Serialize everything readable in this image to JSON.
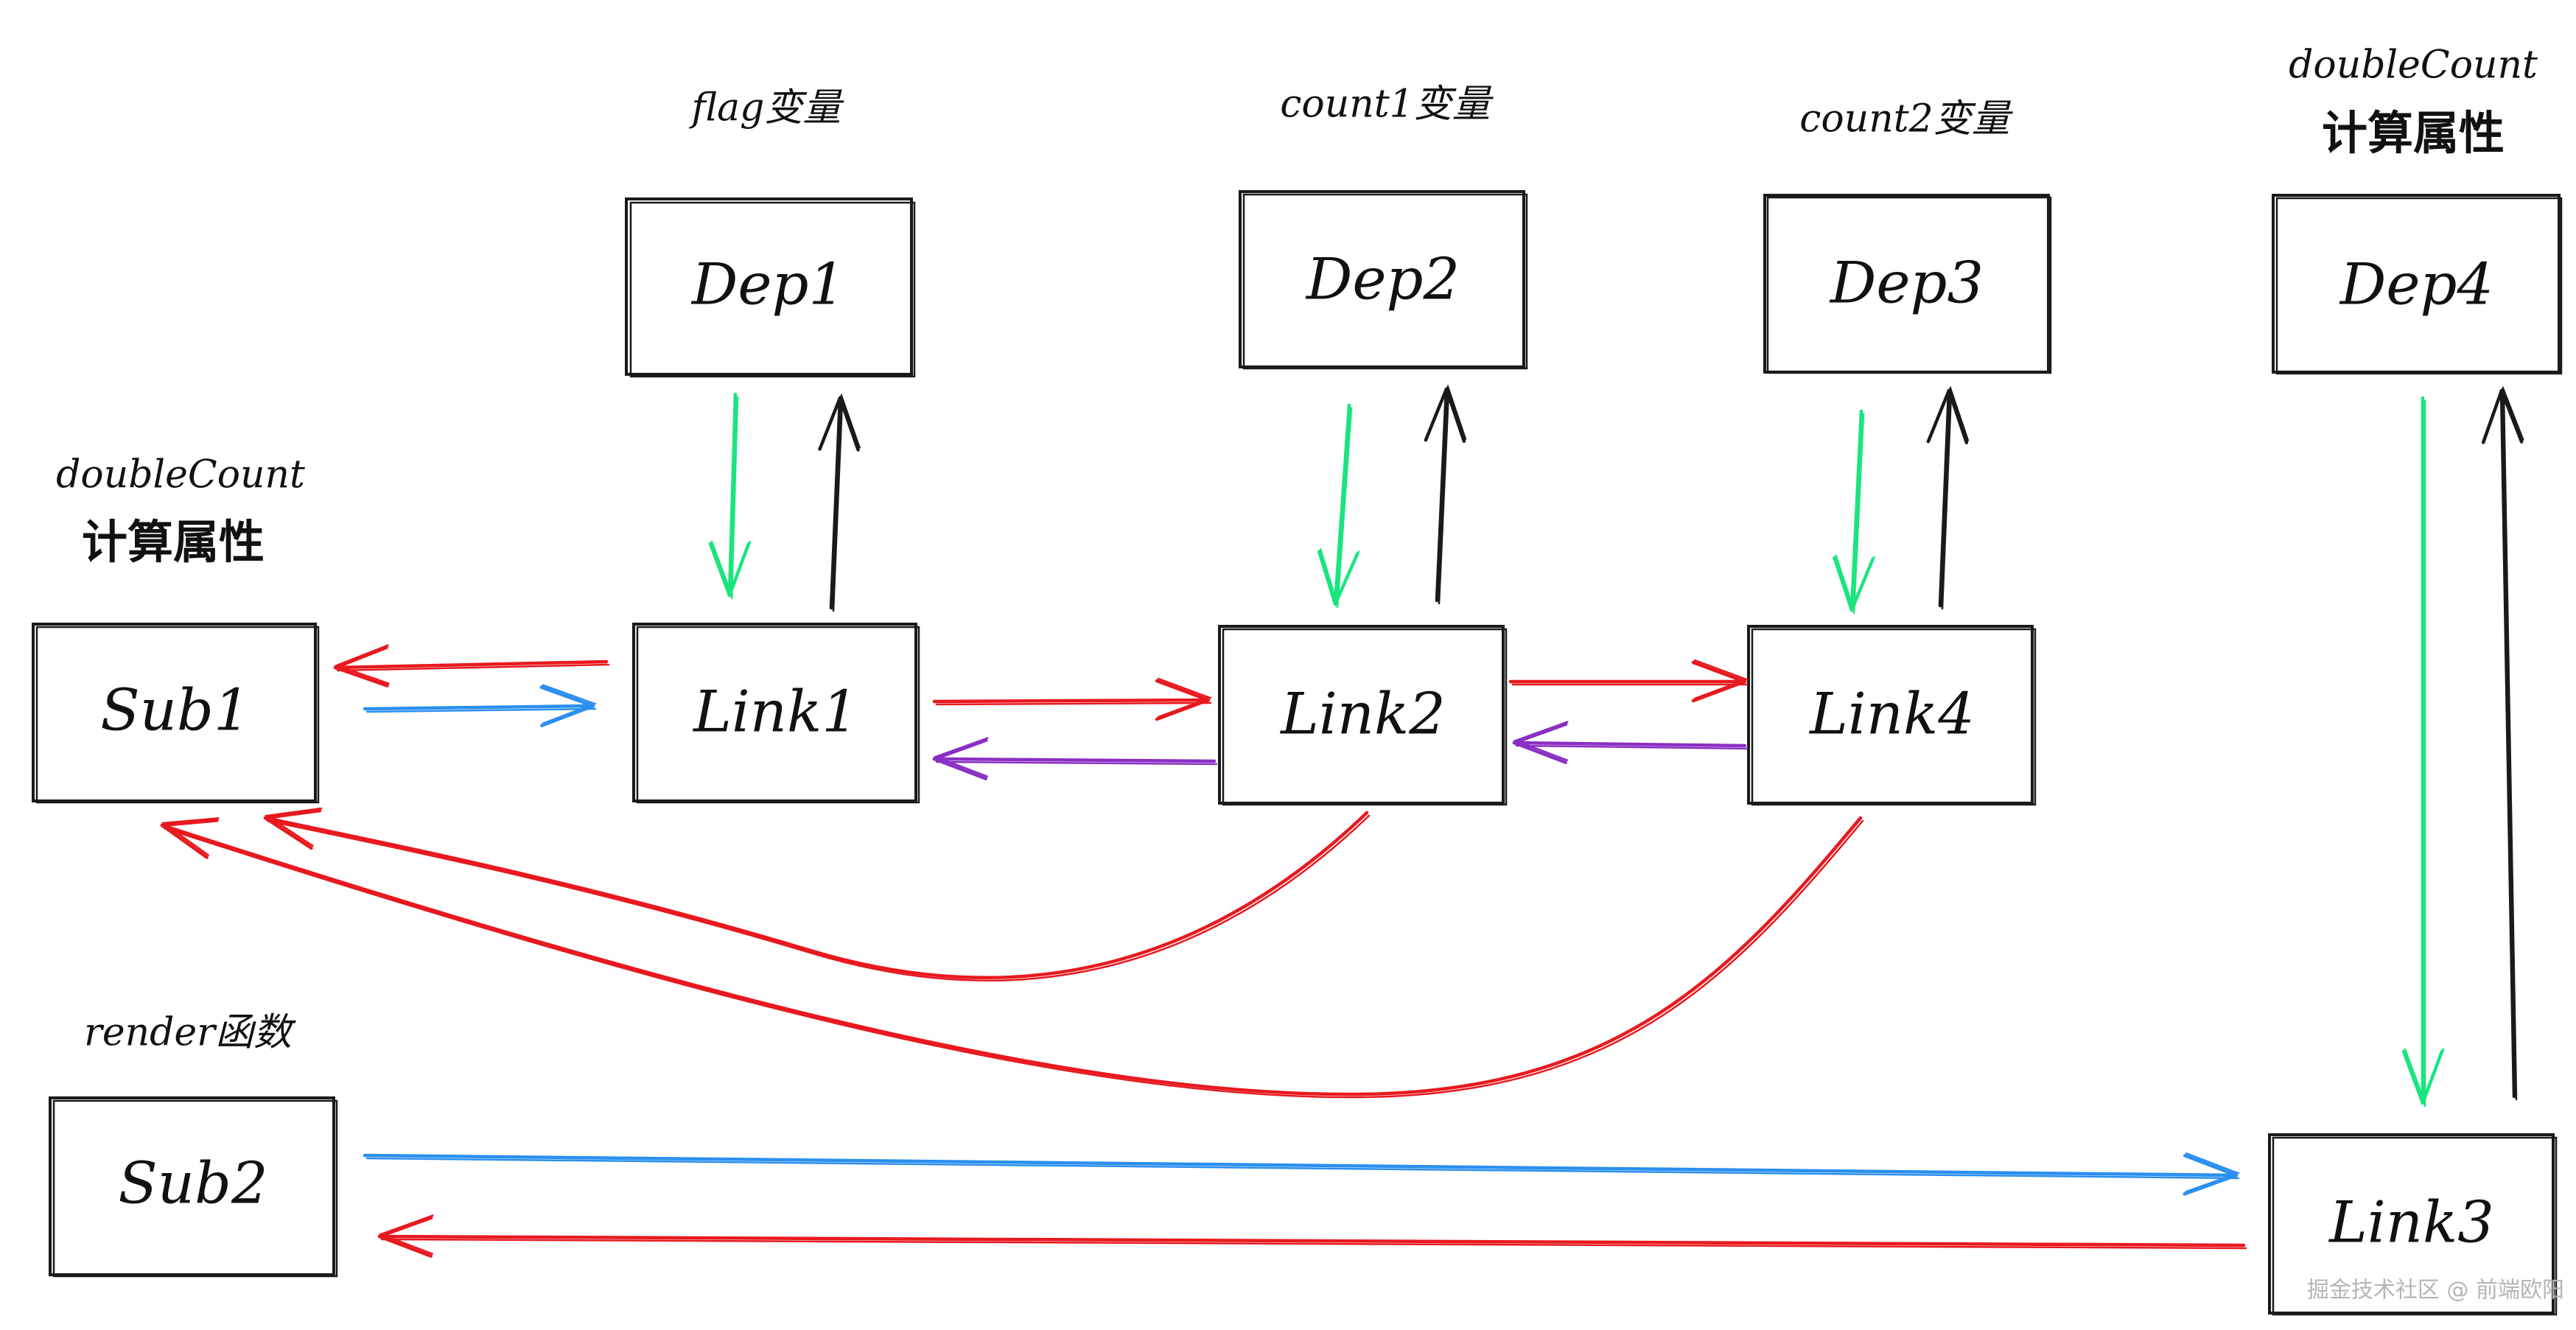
{
  "colors": {
    "ink": "#1a1a1a",
    "red": "#e8191f",
    "green": "#19e57e",
    "blue": "#2a8ff0",
    "purple": "#8a2fc4"
  },
  "nodes": {
    "dep1": {
      "label": "Dep1"
    },
    "dep2": {
      "label": "Dep2"
    },
    "dep3": {
      "label": "Dep3"
    },
    "dep4": {
      "label": "Dep4"
    },
    "sub1": {
      "label": "Sub1"
    },
    "sub2": {
      "label": "Sub2"
    },
    "link1": {
      "label": "Link1"
    },
    "link2": {
      "label": "Link2"
    },
    "link3": {
      "label": "Link3"
    },
    "link4": {
      "label": "Link4"
    }
  },
  "captions": {
    "dep1": {
      "line1": "flag变量"
    },
    "dep2": {
      "line1": "count1变量"
    },
    "dep3": {
      "line1": "count2变量"
    },
    "dep4": {
      "line1": "doubleCount",
      "line2": "计算属性"
    },
    "sub1": {
      "line1": "doubleCount",
      "line2": "计算属性"
    },
    "sub2": {
      "line1": "render函数"
    }
  },
  "watermark": "掘金技术社区 @ 前端欧阳"
}
